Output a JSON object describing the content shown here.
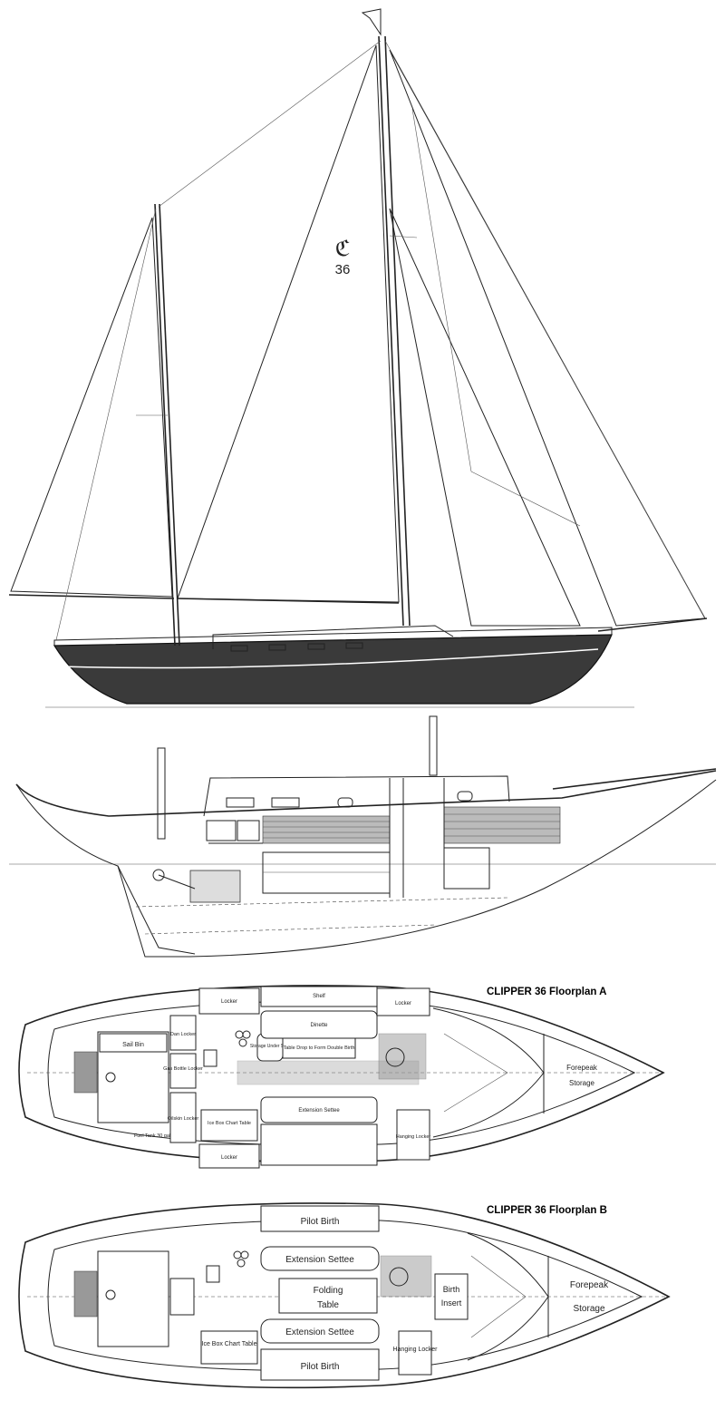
{
  "sail_plan": {
    "logo_mark": "ℭ",
    "logo_number": "36"
  },
  "floorplan_a": {
    "title": "CLIPPER 36 Floorplan A",
    "labels": {
      "sail_bin": "Sail Bin",
      "gas_bottle_locker": "Gas Bottle Locker",
      "dan_locker": "Dan Locker",
      "oilskin_locker": "Oilskin Locker",
      "fuel_tank": "Fuel Tank 30 gal",
      "locker_top": "Locker",
      "locker_bottom": "Locker",
      "shelf": "Shelf",
      "storage_under_seat": "Storage Under Seat",
      "dinette": "Dinette",
      "table_drop": "Table Drop to Form Double Birth",
      "extension_settee": "Extension Settee",
      "ice_box_chart_table": "Ice Box Chart Table",
      "hanging_locker": "Hanging Locker",
      "locker_fwd": "Locker",
      "forepeak": "Forepeak",
      "storage": "Storage"
    }
  },
  "floorplan_b": {
    "title": "CLIPPER 36 Floorplan B",
    "labels": {
      "pilot_birth_top": "Pilot Birth",
      "extension_settee_top": "Extension Settee",
      "folding": "Folding",
      "table": "Table",
      "extension_settee_bottom": "Extension Settee",
      "pilot_birth_bottom": "Pilot Birth",
      "ice_box_chart_table": "Ice Box Chart Table",
      "hanging_locker": "Hanging Locker",
      "birth": "Birth",
      "insert": "Insert",
      "forepeak": "Forepeak",
      "storage": "Storage"
    }
  }
}
